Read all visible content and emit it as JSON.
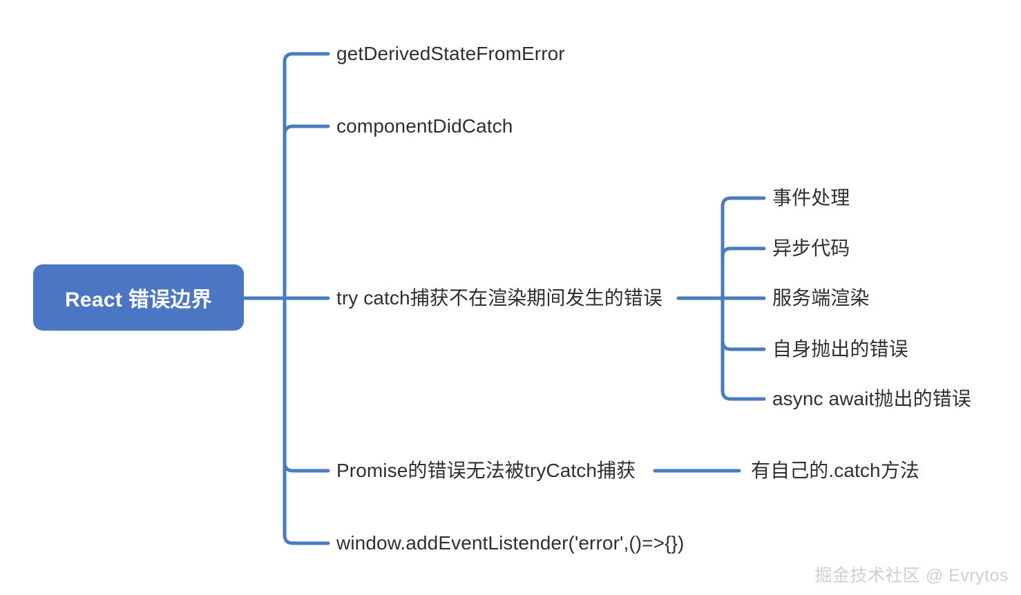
{
  "diagram": {
    "type": "mindmap",
    "title": "React 错误边界",
    "accent_color": "#4a76c4",
    "line_color": "#4a7ac0",
    "text_color": "#2f2f2f",
    "background_color": "#ffffff",
    "root": {
      "label": "React 错误边界",
      "text_color": "#ffffff"
    },
    "branches": [
      {
        "label": "getDerivedStateFromError"
      },
      {
        "label": "componentDidCatch"
      },
      {
        "label": "try catch捕获不在渲染期间发生的错误",
        "children": [
          {
            "label": "事件处理"
          },
          {
            "label": "异步代码"
          },
          {
            "label": "服务端渲染"
          },
          {
            "label": "自身抛出的错误"
          },
          {
            "label": "async await抛出的错误"
          }
        ]
      },
      {
        "label": "Promise的错误无法被tryCatch捕获",
        "children": [
          {
            "label": "有自己的.catch方法"
          }
        ]
      },
      {
        "label": "window.addEventListender('error',()=>{})"
      }
    ]
  },
  "watermark": {
    "text": "掘金技术社区 @ Evrytos",
    "color": "#cfcfcf"
  }
}
